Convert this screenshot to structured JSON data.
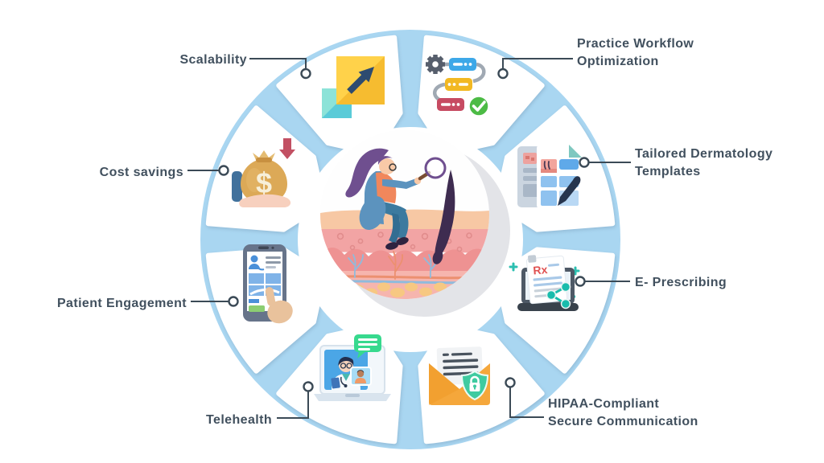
{
  "title": "Dermatology software features wheel infographic",
  "colors": {
    "wheel_blue": "#A9D6F1",
    "segment_white": "#FFFFFF",
    "label_text": "#41505E",
    "leader_line": "#3B4A56"
  },
  "center": {
    "illustration": "dermatologist-examining-skin-cross-section-with-magnifier-and-hair-follicle"
  },
  "decor": {
    "dollar": "$",
    "rx": "Rx"
  },
  "segments": [
    {
      "id": "scalability",
      "lines": [
        "Scalability"
      ],
      "icon": "growth-arrow-squares-icon"
    },
    {
      "id": "practice-workflow-optimization",
      "lines": [
        "Practice Workflow",
        "Optimization"
      ],
      "icon": "workflow-gear-pipeline-icon"
    },
    {
      "id": "tailored-dermatology-templates",
      "lines": [
        "Tailored Dermatology",
        "Templates"
      ],
      "icon": "template-documents-pen-icon"
    },
    {
      "id": "e-prescribing",
      "lines": [
        "E- Prescribing"
      ],
      "icon": "laptop-prescription-icon"
    },
    {
      "id": "hipaa-compliant-secure-communication",
      "lines": [
        "HIPAA-Compliant",
        "Secure Communication"
      ],
      "icon": "secure-envelope-shield-lock-icon"
    },
    {
      "id": "telehealth",
      "lines": [
        "Telehealth"
      ],
      "icon": "video-consultation-laptop-icon"
    },
    {
      "id": "patient-engagement",
      "lines": [
        "Patient Engagement"
      ],
      "icon": "smartphone-tap-hand-icon"
    },
    {
      "id": "cost-savings",
      "lines": [
        "Cost savings"
      ],
      "icon": "money-bag-hand-icon"
    }
  ]
}
